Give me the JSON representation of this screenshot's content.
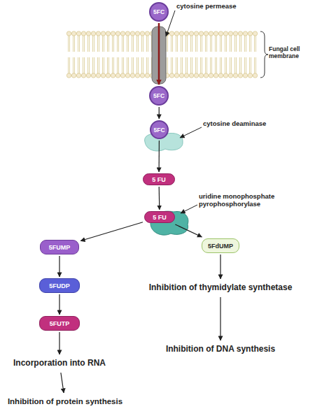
{
  "diagram": {
    "nodes": [
      {
        "text": [
          "5FC"
        ]
      },
      {
        "text": [
          "5FC"
        ]
      },
      {
        "text": [
          "5FC"
        ]
      },
      {
        "text": [
          "5 FU"
        ]
      },
      {
        "text": [
          "5 FU"
        ]
      },
      {
        "text": [
          "5FUMP"
        ]
      },
      {
        "text": [
          "5FdUMP"
        ]
      },
      {
        "text": [
          "5FUDP"
        ]
      },
      {
        "text": [
          "Inhibition of thymidylate synthetase"
        ]
      },
      {
        "text": [
          "5FUTP"
        ]
      },
      {
        "text": [
          "Inhibition of DNA synthesis"
        ]
      },
      {
        "text": [
          "Incorporation into RNA"
        ]
      },
      {
        "text": [
          "Inhibition of protein synthesis"
        ]
      }
    ],
    "edges": [
      {
        "from": 0,
        "to": 1,
        "arrow": "to"
      },
      {
        "from": 1,
        "to": 2,
        "arrow": "to"
      },
      {
        "from": 2,
        "to": 3,
        "arrow": "to"
      },
      {
        "from": 3,
        "to": 4,
        "arrow": "to"
      },
      {
        "from": 4,
        "to": 5,
        "arrow": "to"
      },
      {
        "from": 4,
        "to": 6,
        "arrow": "to"
      },
      {
        "from": 5,
        "to": 7,
        "arrow": "to"
      },
      {
        "from": 7,
        "to": 9,
        "arrow": "to"
      },
      {
        "from": 9,
        "to": 11,
        "arrow": "to"
      },
      {
        "from": 11,
        "to": 12,
        "arrow": "to"
      },
      {
        "from": 6,
        "to": 8,
        "arrow": "to"
      },
      {
        "from": 8,
        "to": 10,
        "arrow": "to"
      }
    ],
    "labels": [
      "cytosine permease",
      "Fungal cell membrane",
      "cytosine deaminase",
      "uridine monophosphate pyrophosphorylase"
    ]
  }
}
